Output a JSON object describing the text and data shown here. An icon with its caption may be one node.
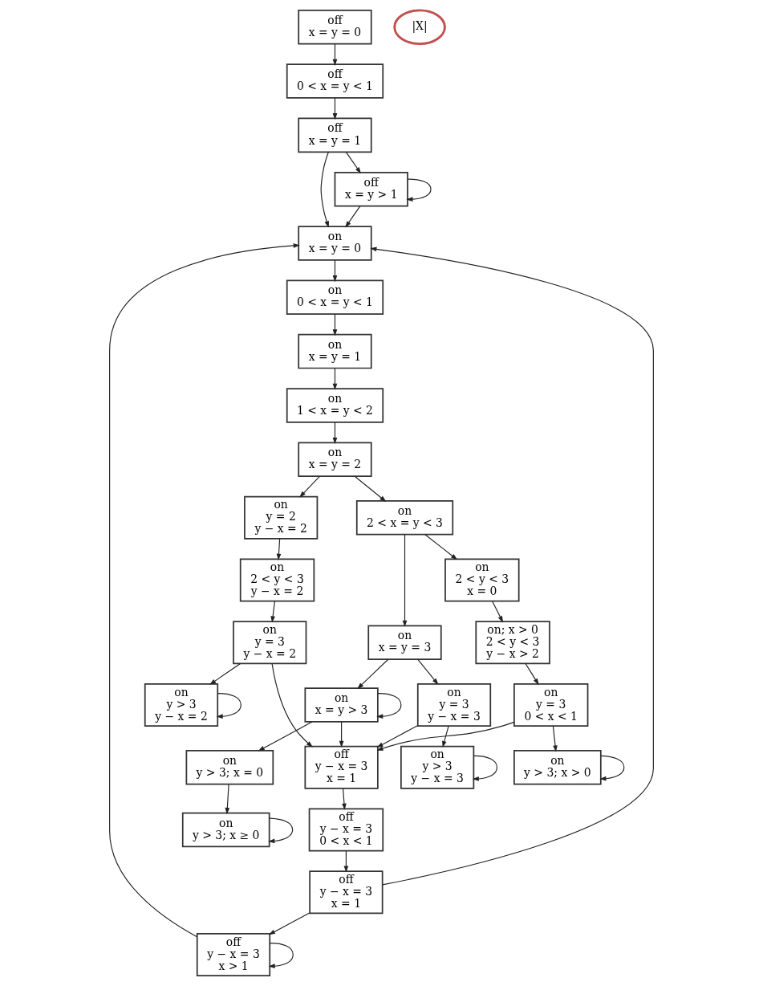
{
  "diagram": {
    "nodes": [
      {
        "text": [
          "off",
          "x = y = 0"
        ]
      },
      {
        "text": [
          "off",
          "0 < x = y < 1"
        ]
      },
      {
        "text": [
          "off",
          "x = y = 1"
        ]
      },
      {
        "text": [
          "off",
          "x = y > 1"
        ]
      },
      {
        "text": [
          "on",
          "x = y = 0"
        ]
      },
      {
        "text": [
          "on",
          "0 < x = y < 1"
        ]
      },
      {
        "text": [
          "on",
          "x = y = 1"
        ]
      },
      {
        "text": [
          "on",
          "1 < x = y < 2"
        ]
      },
      {
        "text": [
          "on",
          "x = y = 2"
        ]
      },
      {
        "text": [
          "on",
          "2 < x = y < 3"
        ]
      },
      {
        "text": [
          "on",
          "x = y = 3"
        ]
      },
      {
        "text": [
          "on",
          "x = y > 3"
        ]
      },
      {
        "text": [
          "on",
          "y = 2",
          "y − x = 2"
        ]
      },
      {
        "text": [
          "on",
          "2 < y < 3",
          "y − x = 2"
        ]
      },
      {
        "text": [
          "on",
          "y = 3",
          "y − x = 2"
        ]
      },
      {
        "text": [
          "on",
          "y > 3",
          "y − x = 2"
        ]
      },
      {
        "text": [
          "on",
          "2 < y < 3",
          "x = 0"
        ]
      },
      {
        "text": [
          "on; x > 0",
          "2 < y < 3",
          "y − x > 2"
        ]
      },
      {
        "text": [
          "on",
          "y = 3",
          "0 < x < 1"
        ]
      },
      {
        "text": [
          "on",
          "y > 3; x > 0"
        ]
      },
      {
        "text": [
          "on",
          "y = 3",
          "y − x = 3"
        ]
      },
      {
        "text": [
          "on",
          "y > 3",
          "y − x = 3"
        ]
      },
      {
        "text": [
          "on",
          "y > 3; x = 0"
        ]
      },
      {
        "text": [
          "on",
          "y > 3; x ≥ 0"
        ]
      },
      {
        "text": [
          "off",
          "y − x = 3",
          "x > 1"
        ]
      },
      {
        "text": [
          "off",
          "y − x = 3",
          "x = 1"
        ]
      },
      {
        "text": [
          "off",
          "y − x = 3",
          "0 < x < 1"
        ]
      },
      {
        "text": [
          "off",
          "y − x = 3",
          "x = 1"
        ]
      },
      {
        "text": [
          "|X|"
        ]
      }
    ],
    "edges": [
      {
        "from": 0,
        "to": 1,
        "arrow": "to"
      },
      {
        "from": 1,
        "to": 2,
        "arrow": "to"
      },
      {
        "from": 2,
        "to": 3,
        "arrow": "to"
      },
      {
        "from": 3,
        "to": 3,
        "arrow": "to"
      },
      {
        "from": 2,
        "to": 4,
        "arrow": "to"
      },
      {
        "from": 3,
        "to": 4,
        "arrow": "to"
      },
      {
        "from": 4,
        "to": 5,
        "arrow": "to"
      },
      {
        "from": 5,
        "to": 6,
        "arrow": "to"
      },
      {
        "from": 6,
        "to": 7,
        "arrow": "to"
      },
      {
        "from": 7,
        "to": 8,
        "arrow": "to"
      },
      {
        "from": 8,
        "to": 9,
        "arrow": "to"
      },
      {
        "from": 9,
        "to": 10,
        "arrow": "to"
      },
      {
        "from": 10,
        "to": 11,
        "arrow": "to"
      },
      {
        "from": 11,
        "to": 11,
        "arrow": "to"
      },
      {
        "from": 8,
        "to": 12,
        "arrow": "to"
      },
      {
        "from": 9,
        "to": 16,
        "arrow": "to"
      },
      {
        "from": 10,
        "to": 20,
        "arrow": "to"
      },
      {
        "from": 11,
        "to": 22,
        "arrow": "to"
      },
      {
        "from": 11,
        "to": 27,
        "arrow": "to"
      },
      {
        "from": 12,
        "to": 13,
        "arrow": "to"
      },
      {
        "from": 13,
        "to": 14,
        "arrow": "to"
      },
      {
        "from": 14,
        "to": 15,
        "arrow": "to"
      },
      {
        "from": 15,
        "to": 15,
        "arrow": "to"
      },
      {
        "from": 14,
        "to": 27,
        "arrow": "to"
      },
      {
        "from": 16,
        "to": 17,
        "arrow": "to"
      },
      {
        "from": 17,
        "to": 18,
        "arrow": "to"
      },
      {
        "from": 18,
        "to": 19,
        "arrow": "to"
      },
      {
        "from": 19,
        "to": 19,
        "arrow": "to"
      },
      {
        "from": 18,
        "to": 27,
        "arrow": "to"
      },
      {
        "from": 20,
        "to": 21,
        "arrow": "to"
      },
      {
        "from": 21,
        "to": 21,
        "arrow": "to"
      },
      {
        "from": 20,
        "to": 27,
        "arrow": "to"
      },
      {
        "from": 22,
        "to": 23,
        "arrow": "to"
      },
      {
        "from": 23,
        "to": 23,
        "arrow": "to"
      },
      {
        "from": 27,
        "to": 26,
        "arrow": "to"
      },
      {
        "from": 26,
        "to": 25,
        "arrow": "to"
      },
      {
        "from": 25,
        "to": 24,
        "arrow": "to"
      },
      {
        "from": 24,
        "to": 24,
        "arrow": "to"
      },
      {
        "from": 24,
        "to": 4,
        "arrow": "to"
      },
      {
        "from": 25,
        "to": 4,
        "arrow": "to"
      }
    ]
  }
}
